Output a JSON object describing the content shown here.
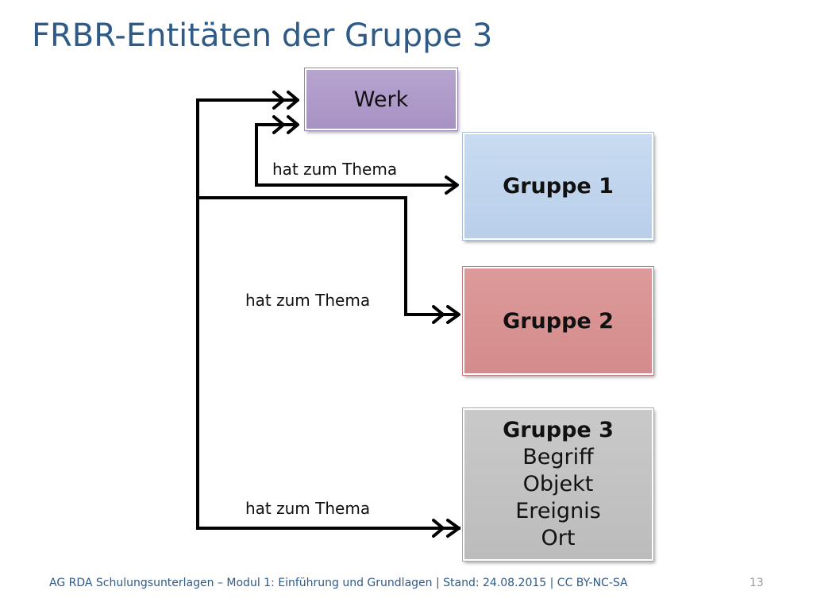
{
  "slide": {
    "title": "FRBR-Entitäten der Gruppe 3"
  },
  "boxes": {
    "werk": "Werk",
    "gruppe1": "Gruppe 1",
    "gruppe2": "Gruppe 2",
    "gruppe3": {
      "title": "Gruppe 3",
      "items": [
        "Begriff",
        "Objekt",
        "Ereignis",
        "Ort"
      ]
    }
  },
  "relations": {
    "label_1": "hat zum Thema",
    "label_2": "hat zum Thema",
    "label_3": "hat zum Thema"
  },
  "footer": {
    "text": "AG RDA Schulungsunterlagen – Modul 1: Einführung und Grundlagen | Stand: 24.08.2015 | CC BY-NC-SA",
    "page_number": "13"
  },
  "colors": {
    "title": "#2E5A88",
    "werk": "#A891C4",
    "gruppe1": "#B9CFEA",
    "gruppe2": "#D58B8B",
    "gruppe3": "#BCBCBC"
  }
}
